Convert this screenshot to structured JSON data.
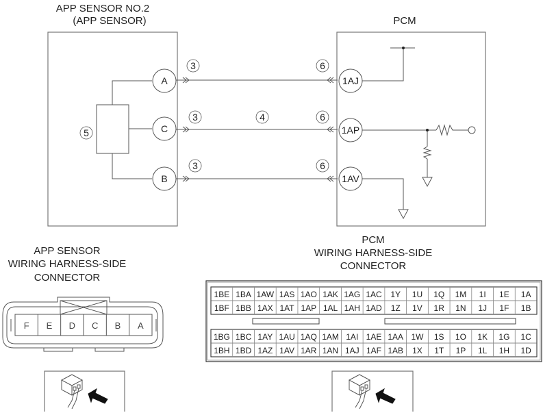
{
  "sensor": {
    "title_line1": "APP SENSOR NO.2",
    "title_line2": "(APP SENSOR)",
    "callout": "5",
    "pins": [
      {
        "label": "A",
        "wire_callout": "3"
      },
      {
        "label": "C",
        "wire_callout": "3"
      },
      {
        "label": "B",
        "wire_callout": "3"
      }
    ]
  },
  "harness": {
    "middle_callout": "4"
  },
  "pcm": {
    "title": "PCM",
    "pins": [
      {
        "label": "1AJ",
        "wire_callout": "6"
      },
      {
        "label": "1AP",
        "wire_callout": "6"
      },
      {
        "label": "1AV",
        "wire_callout": "6"
      }
    ]
  },
  "sensor_connector": {
    "title_line1": "APP SENSOR",
    "title_line2": "WIRING HARNESS-SIDE",
    "title_line3": "CONNECTOR",
    "terminals": [
      "F",
      "E",
      "D",
      "C",
      "B",
      "A"
    ]
  },
  "pcm_connector": {
    "title_line1": "PCM",
    "title_line2": "WIRING HARNESS-SIDE",
    "title_line3": "CONNECTOR",
    "upper_block": [
      [
        "1BE",
        "1BA",
        "1AW",
        "1AS",
        "1AO",
        "1AK",
        "1AG",
        "1AC",
        "1Y",
        "1U",
        "1Q",
        "1M",
        "1I",
        "1E",
        "1A"
      ],
      [
        "1BF",
        "1BB",
        "1AX",
        "1AT",
        "1AP",
        "1AL",
        "1AH",
        "1AD",
        "1Z",
        "1V",
        "1R",
        "1N",
        "1J",
        "1F",
        "1B"
      ]
    ],
    "lower_block": [
      [
        "1BG",
        "1BC",
        "1AY",
        "1AU",
        "1AQ",
        "1AM",
        "1AI",
        "1AE",
        "1AA",
        "1W",
        "1S",
        "1O",
        "1K",
        "1G",
        "1C"
      ],
      [
        "1BH",
        "1BD",
        "1AZ",
        "1AV",
        "1AR",
        "1AN",
        "1AJ",
        "1AF",
        "1AB",
        "1X",
        "1T",
        "1P",
        "1L",
        "1H",
        "1D"
      ]
    ]
  },
  "view_icons": [
    {
      "name": "sensor-connector-view-direction"
    },
    {
      "name": "pcm-connector-view-direction"
    }
  ]
}
